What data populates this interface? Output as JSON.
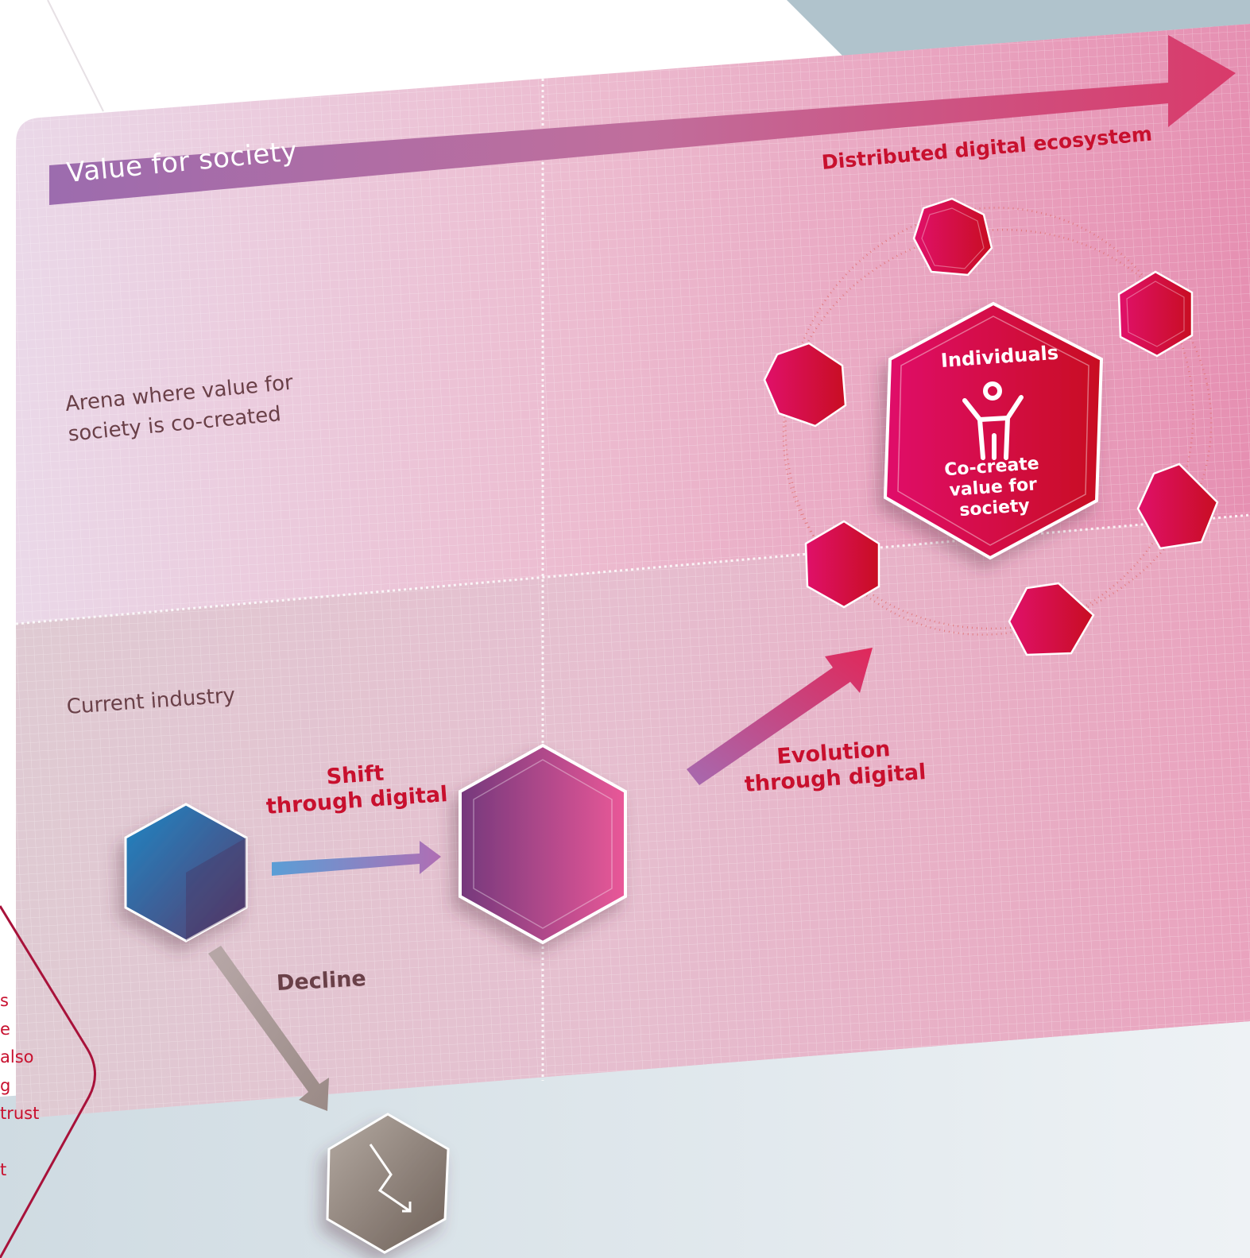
{
  "diagram": {
    "axis_label": "Value for society",
    "arena_label": [
      "Arena where value for",
      "society is co-created"
    ],
    "current_industry_label": "Current industry",
    "shift_label": [
      "Shift",
      "through digital"
    ],
    "evolution_label": [
      "Evolution",
      "through digital"
    ],
    "decline_label": "Decline",
    "ecosystem_label": "Distributed digital ecosystem",
    "center_node": {
      "title": "Individuals",
      "subtitle": [
        "Co-create",
        "value for",
        "society"
      ],
      "icon": "person-arms-raised-icon"
    },
    "side_note_fragments": [
      "s",
      "e",
      "also",
      "g",
      "trust",
      "",
      "t"
    ],
    "colors": {
      "accent_red": "#c8102e",
      "pink_panel": "#e79ab4",
      "purple": "#9a62a6",
      "blue_node": "#2470a8",
      "gray_node": "#8a7a72"
    }
  }
}
